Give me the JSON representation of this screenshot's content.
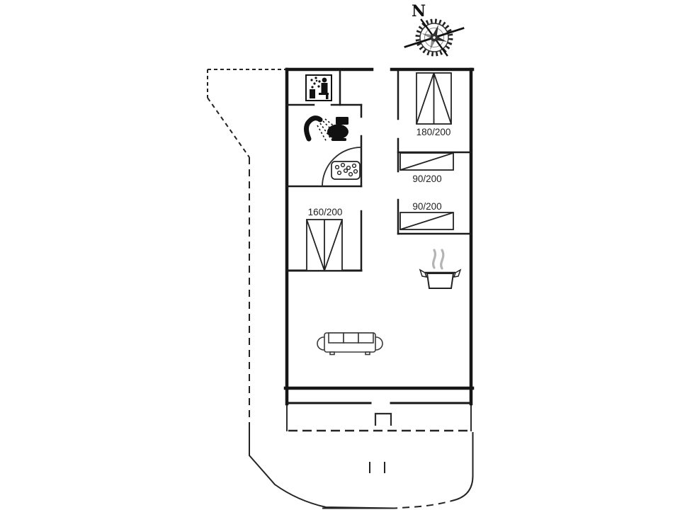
{
  "compass": {
    "north_label": "N"
  },
  "bed_labels": {
    "double_bed_top_right": "180/200",
    "single_bed_upper": "90/200",
    "single_bed_lower": "90/200",
    "double_bed_left": "160/200"
  },
  "icons": [
    "compass-rose-icon",
    "sauna-icon",
    "shower-icon",
    "toilet-icon",
    "shower-tray-icon",
    "stove-pot-icon",
    "sofa-icon"
  ],
  "colors": {
    "wall": "#161616",
    "thin_line": "#2b2b2b",
    "steam_gray": "#b4b4b4",
    "background": "#ffffff"
  }
}
